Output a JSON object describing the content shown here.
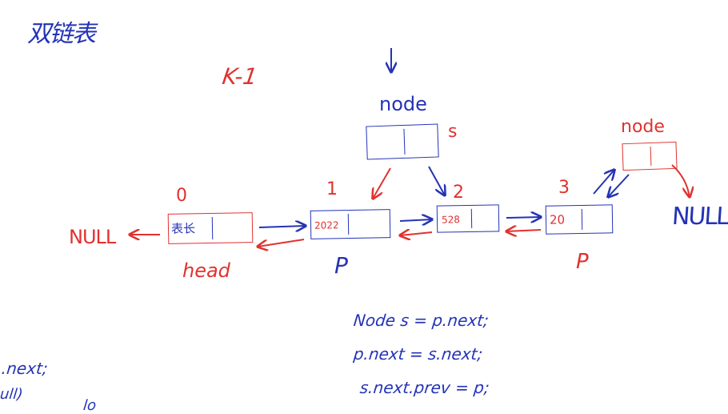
{
  "title": "双链表",
  "k_label": "K-1",
  "node_top": {
    "label": "node",
    "var": "s"
  },
  "node_right": {
    "label": "node"
  },
  "indices": [
    "0",
    "1",
    "2",
    "3"
  ],
  "nodes": [
    {
      "value": "表长"
    },
    {
      "value": "2022"
    },
    {
      "value": "528"
    },
    {
      "value": "20"
    }
  ],
  "null_left": "NULL",
  "null_right": "NULL",
  "head_label": "head",
  "p_label_1": "P",
  "p_label_2": "P",
  "code_lines": [
    "Node s = p.next;",
    "p.next = s.next;",
    "s.next.prev = p;"
  ],
  "left_fragments": [
    ".next;",
    "ull)",
    "lo"
  ],
  "colors": {
    "blue": "#2433b6",
    "red": "#e0322f"
  }
}
